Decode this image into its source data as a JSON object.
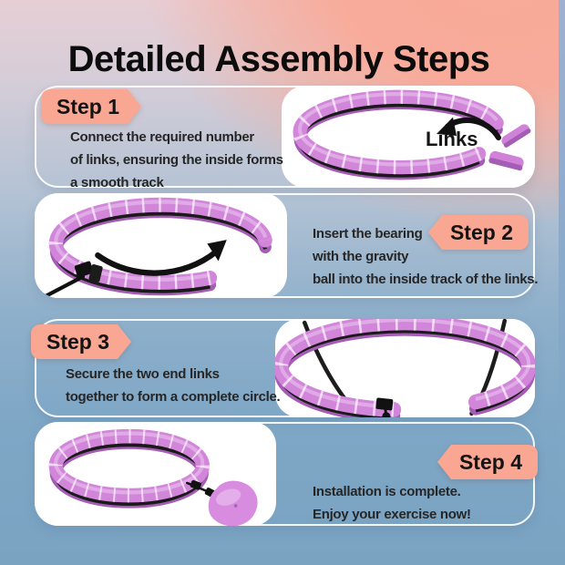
{
  "title": "Detailed Assembly Steps",
  "colors": {
    "accent_tag": "#f9a693",
    "hoop_purple": "#d286da",
    "hoop_dark": "#a45cb4",
    "bg_salmon": "#f9ab99",
    "bg_blue": "#7aa3c2",
    "card_white": "#ffffff",
    "text": "#262626"
  },
  "steps": [
    {
      "label": "Step 1",
      "lines": [
        "Connect the required number",
        "of links, ensuring the inside forms",
        "a smooth track"
      ],
      "caption": "Links"
    },
    {
      "label": "Step 2",
      "lines": [
        "Insert the bearing",
        "with the gravity",
        "ball into the inside track of the links."
      ]
    },
    {
      "label": "Step 3",
      "lines": [
        "Secure the two end links",
        "together to form a complete circle."
      ]
    },
    {
      "label": "Step 4",
      "lines": [
        "Installation is complete.",
        "Enjoy your exercise now!"
      ]
    }
  ]
}
